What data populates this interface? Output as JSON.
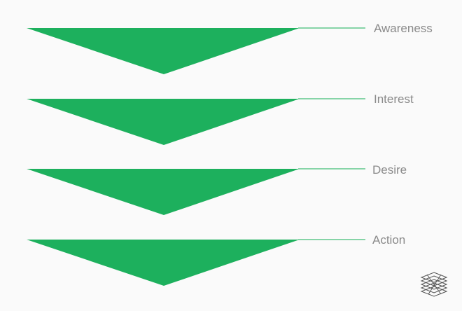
{
  "diagram": {
    "type": "funnel-stages",
    "colors": {
      "background": "#fafafa",
      "triangle": "#1db05d",
      "connector": "#5fc88b",
      "label": "#8a8a8a",
      "logo": "#555555"
    },
    "stages": [
      {
        "label": "Awareness"
      },
      {
        "label": "Interest"
      },
      {
        "label": "Desire"
      },
      {
        "label": "Action"
      }
    ]
  },
  "logo": {
    "icon": "stacked-layers-icon"
  }
}
